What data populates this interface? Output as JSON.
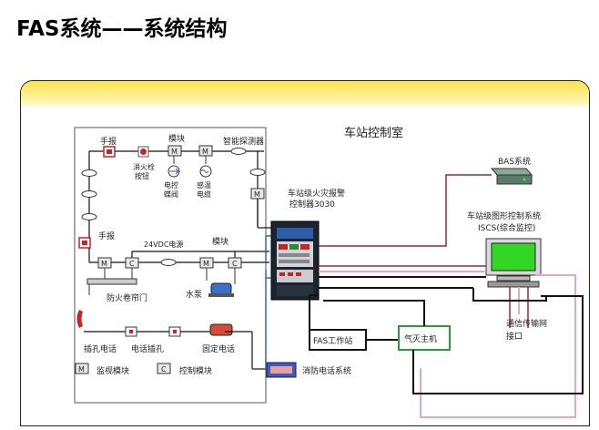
{
  "page": {
    "title": "FAS系统——系统结构"
  },
  "room_label": "车站控制室",
  "labels": {
    "manual_alarm_top": "手报",
    "module_top": "模块",
    "smart_detector": "智能探测器",
    "hydrant_btn_l1": "消火栓",
    "hydrant_btn_l2": "按钮",
    "elec_valve_l1": "电控",
    "elec_valve_l2": "蝶阀",
    "heat_cable_l1": "感温",
    "heat_cable_l2": "电缆",
    "manual_alarm_mid": "手报",
    "vdc_loop": "24VDC电源",
    "module_mid": "模块",
    "shutter_door": "防火卷帘门",
    "water_pump": "水泵",
    "jack_phone": "插孔电话",
    "phone_jack": "电话插孔",
    "fixed_phone": "固定电话",
    "monitor_module": "监视模块",
    "control_module": "控制模块",
    "fire_phone_system": "消防电话系统",
    "panel_l1": "车站级火灾报警",
    "panel_l2": "控制器3030",
    "bas": "BAS系统",
    "iscs_l1": "车站级图形控制系统",
    "iscs_l2": "ISCS(综合监控)",
    "fas_workstation": "FAS工作站",
    "gas_host": "气灭主机",
    "comm_l1": "通信传输网",
    "comm_l2": "接口",
    "legend_m": "M",
    "legend_c": "C",
    "m": "M",
    "c": "C"
  },
  "colors": {
    "band": "#ffe24a",
    "line_black": "#111111",
    "line_red": "#9b2a2a",
    "line_pink": "#e7a7c3",
    "line_blue": "#3a63b8",
    "line_green": "#2e9a3a",
    "panel_body": "#1d2430",
    "monitor_screen": "#34d626"
  }
}
